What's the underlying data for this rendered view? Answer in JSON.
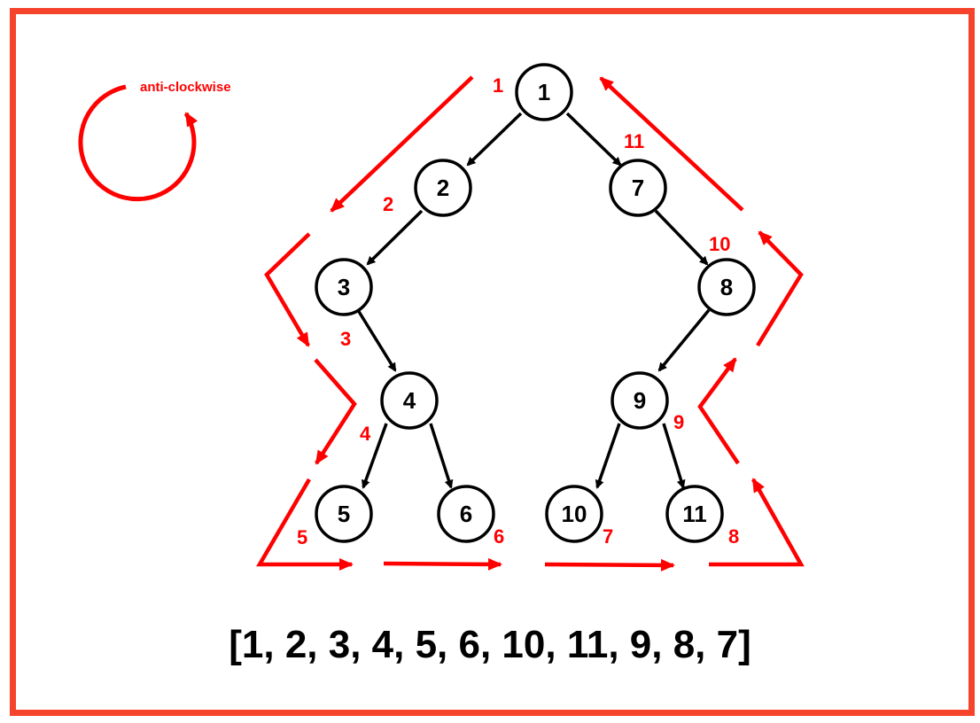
{
  "legend": {
    "direction_label": "anti-clockwise"
  },
  "tree": {
    "nodes": [
      "1",
      "2",
      "3",
      "4",
      "5",
      "6",
      "7",
      "8",
      "9",
      "10",
      "11"
    ]
  },
  "traversal_steps": [
    "1",
    "2",
    "3",
    "4",
    "5",
    "6",
    "7",
    "8",
    "9",
    "10",
    "11"
  ],
  "result": "[1, 2, 3, 4, 5, 6, 10, 11, 9, 8, 7]",
  "colors": {
    "frame": "#f6432c",
    "traversal": "#ff0000",
    "tree": "#000000"
  }
}
